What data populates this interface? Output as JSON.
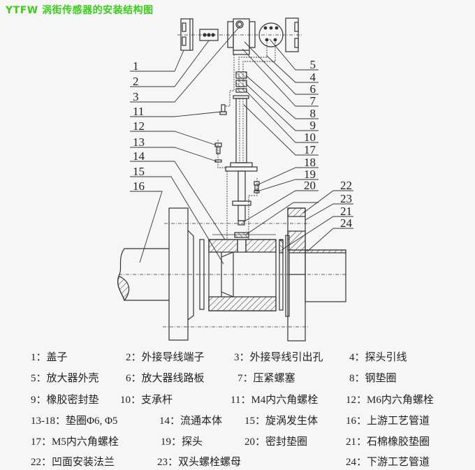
{
  "title": "YTFW 涡街传感器的安装结构图",
  "callouts": {
    "left": [
      "1",
      "2",
      "3",
      "11",
      "12",
      "13",
      "14",
      "15",
      "16"
    ],
    "right": [
      "5",
      "4",
      "6",
      "7",
      "8",
      "9",
      "10",
      "17",
      "18",
      "19",
      "20"
    ],
    "far_right": [
      "22",
      "23",
      "21",
      "24"
    ]
  },
  "legend": [
    [
      "1：盖子",
      "2：外接导线端子",
      "3：外接导线引出孔",
      "4：探头引线"
    ],
    [
      "5：放大器外壳",
      "6：放大器线路板",
      "7：压紧螺塞",
      "8：钢垫圈"
    ],
    [
      "9：橡胶密封垫",
      "10：支承杆",
      "11：M4内六角螺栓",
      "12：M6内六角螺栓"
    ],
    [
      "13-18：垫圈Φ6, Φ5",
      "14：流通本体",
      "15：旋涡发生体",
      "16：上游工艺管道"
    ],
    [
      "17：M5内六角螺栓",
      "19：探头",
      "20：密封垫圈",
      "21：石棉橡胶垫圈"
    ],
    [
      "22：凹面安装法兰",
      "23：双头螺栓螺母",
      "24：下游工艺管道"
    ]
  ],
  "colors": {
    "title": "#3ccc1c",
    "line": "#333333",
    "background": "#f6f6f6"
  }
}
